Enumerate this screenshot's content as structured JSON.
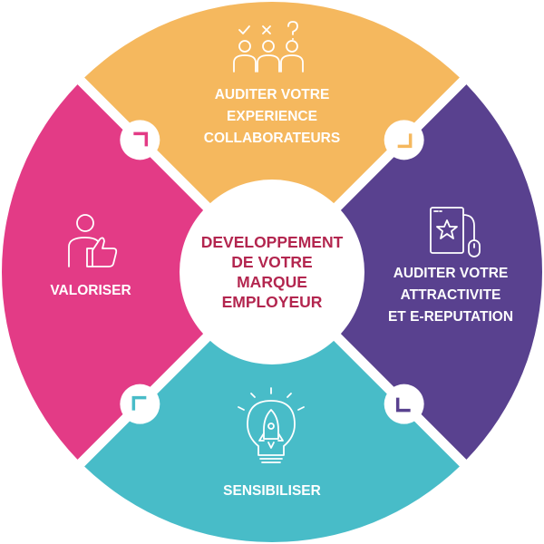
{
  "center": {
    "lines": [
      "DEVELOPPEMENT",
      "DE VOTRE",
      "MARQUE",
      "EMPLOYEUR"
    ],
    "color": "#b3264f"
  },
  "segments": [
    {
      "id": "top",
      "color": "#f5b85e",
      "icon": "team-survey-icon",
      "lines": [
        "AUDITER VOTRE",
        "EXPERIENCE",
        "COLLABORATEURS"
      ]
    },
    {
      "id": "right",
      "color": "#59418f",
      "icon": "rated-device-icon",
      "lines": [
        "AUDITER VOTRE",
        "ATTRACTIVITE",
        "ET E-REPUTATION"
      ]
    },
    {
      "id": "bottom",
      "color": "#48bcc8",
      "icon": "rocket-lightbulb-icon",
      "lines": [
        "SENSIBILISER"
      ]
    },
    {
      "id": "left",
      "color": "#e33b86",
      "icon": "thumbs-up-person-icon",
      "lines": [
        "VALORISER"
      ]
    }
  ],
  "connectors": [
    {
      "icon": "corner-arrow-icon",
      "color": "#e33b86"
    },
    {
      "icon": "corner-arrow-icon",
      "color": "#f5b85e"
    },
    {
      "icon": "corner-arrow-icon",
      "color": "#59418f"
    },
    {
      "icon": "corner-arrow-icon",
      "color": "#48bcc8"
    }
  ]
}
